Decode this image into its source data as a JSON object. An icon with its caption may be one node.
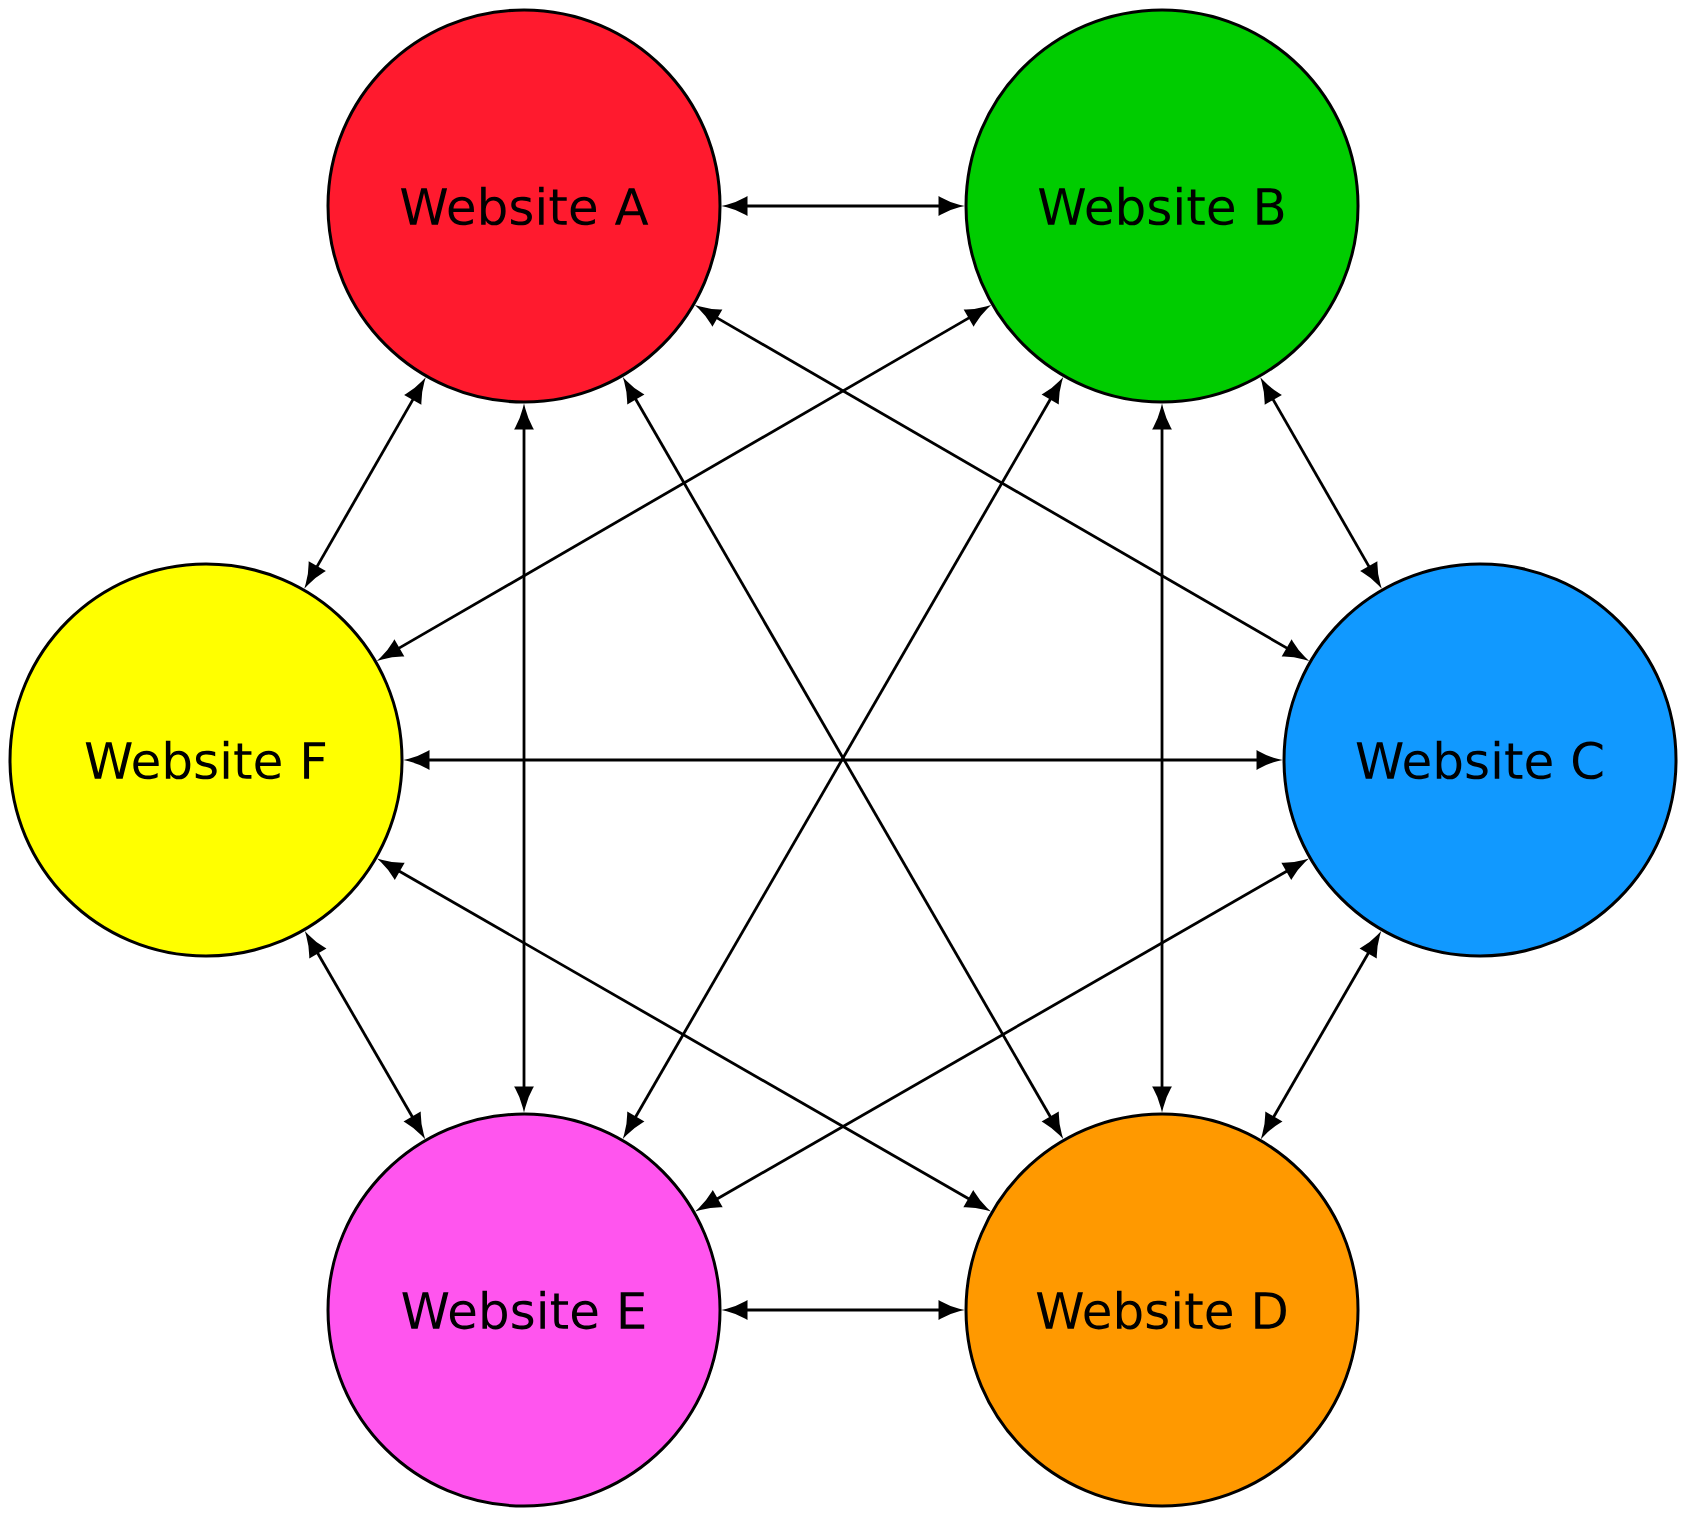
{
  "diagram": {
    "nodes": [
      {
        "text": [
          "Website A"
        ]
      },
      {
        "text": [
          "Website B"
        ]
      },
      {
        "text": [
          "Website C"
        ]
      },
      {
        "text": [
          "Website D"
        ]
      },
      {
        "text": [
          "Website E"
        ]
      },
      {
        "text": [
          "Website F"
        ]
      }
    ],
    "edges": [
      {
        "from": 0,
        "to": 1,
        "arrow": "both"
      },
      {
        "from": 0,
        "to": 2,
        "arrow": "both"
      },
      {
        "from": 0,
        "to": 3,
        "arrow": "both"
      },
      {
        "from": 0,
        "to": 4,
        "arrow": "both"
      },
      {
        "from": 0,
        "to": 5,
        "arrow": "both"
      },
      {
        "from": 1,
        "to": 2,
        "arrow": "both"
      },
      {
        "from": 1,
        "to": 3,
        "arrow": "both"
      },
      {
        "from": 1,
        "to": 4,
        "arrow": "both"
      },
      {
        "from": 1,
        "to": 5,
        "arrow": "both"
      },
      {
        "from": 2,
        "to": 3,
        "arrow": "both"
      },
      {
        "from": 2,
        "to": 4,
        "arrow": "both"
      },
      {
        "from": 2,
        "to": 5,
        "arrow": "both"
      },
      {
        "from": 3,
        "to": 4,
        "arrow": "both"
      },
      {
        "from": 3,
        "to": 5,
        "arrow": "both"
      },
      {
        "from": 4,
        "to": 5,
        "arrow": "both"
      }
    ]
  }
}
